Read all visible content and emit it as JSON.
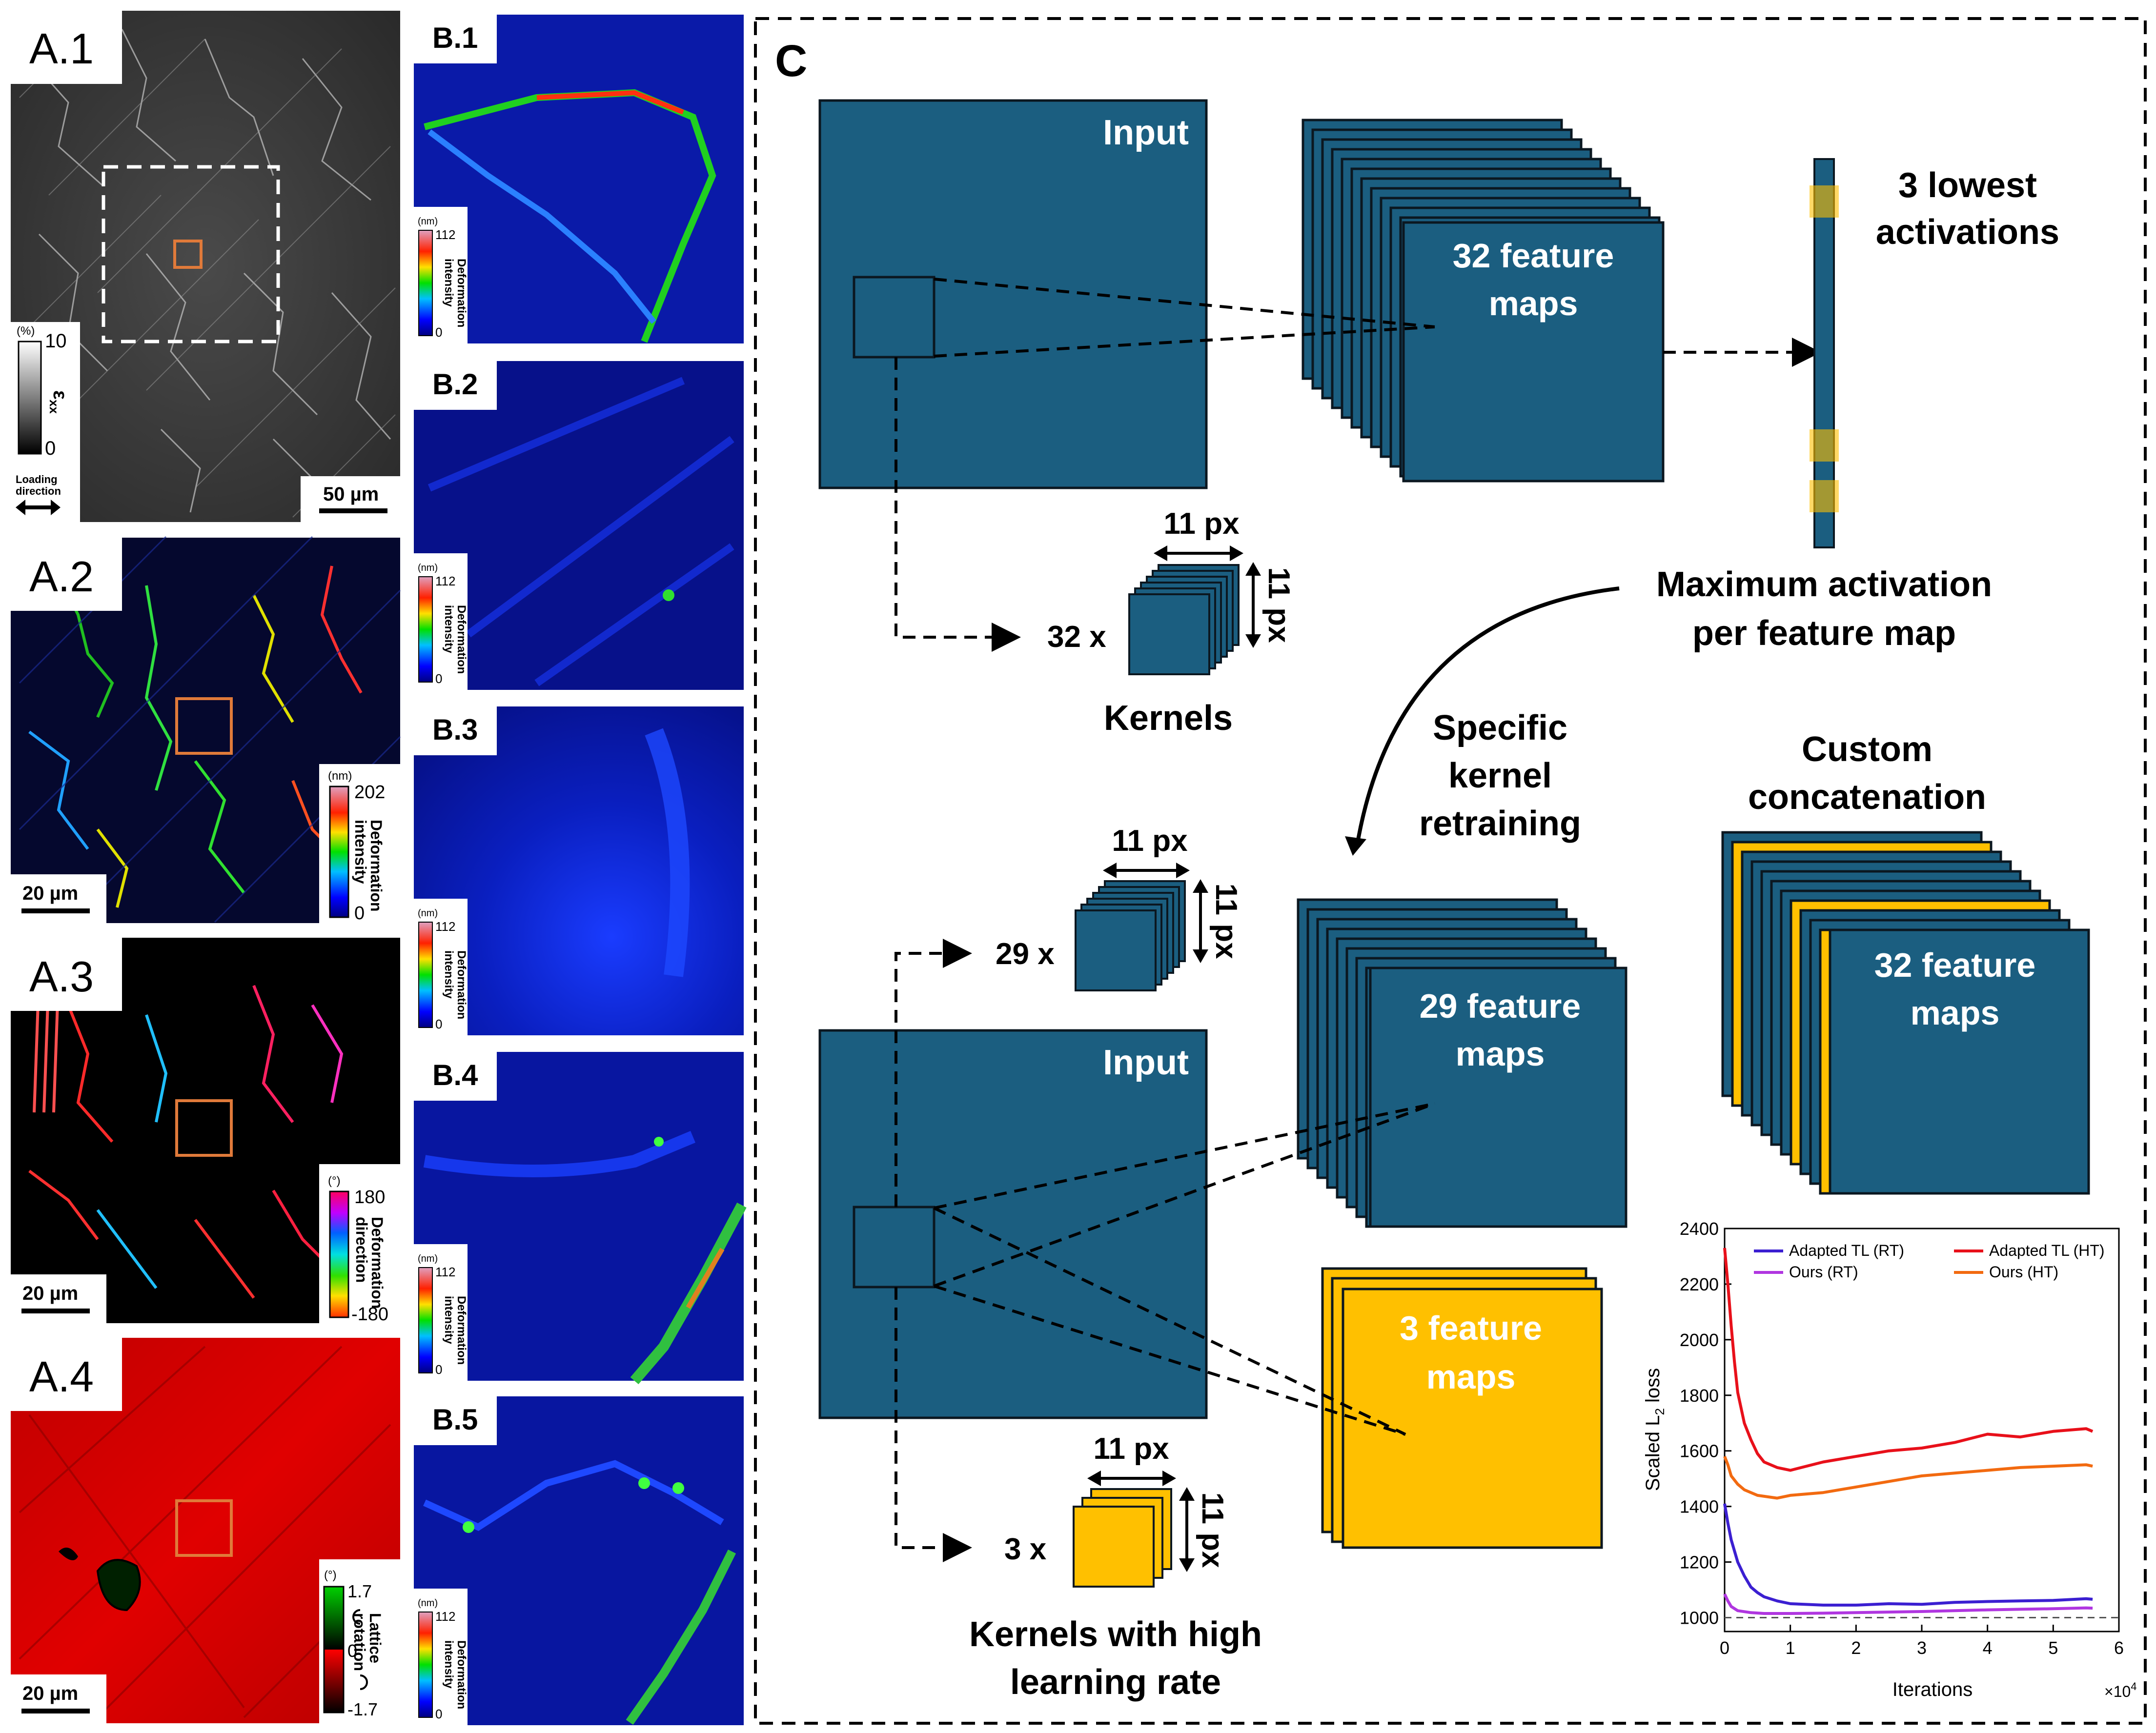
{
  "panels_a": {
    "a1": {
      "label": "A.1",
      "colorbar_unit": "(%)",
      "colorbar_max": "10",
      "colorbar_min": "0",
      "colorbar_symbol": "ε",
      "colorbar_subscript": "xx",
      "loading_label_1": "Loading",
      "loading_label_2": "direction",
      "scalebar": "50 µm",
      "colors": {
        "background": "#3a3a3a",
        "roi_box": "#ffffff",
        "marker": "#e07a3a"
      }
    },
    "a2": {
      "label": "A.2",
      "colorbar_unit": "(nm)",
      "colorbar_max": "202",
      "colorbar_min": "0",
      "colorbar_title_1": "Deformation",
      "colorbar_title_2": "intensity",
      "scalebar": "20 µm"
    },
    "a3": {
      "label": "A.3",
      "colorbar_unit": "(°)",
      "colorbar_max": "180",
      "colorbar_min": "-180",
      "colorbar_title_1": "Deformation",
      "colorbar_title_2": "direction",
      "scalebar": "20 µm"
    },
    "a4": {
      "label": "A.4",
      "colorbar_unit": "(°)",
      "colorbar_max": "1.7",
      "colorbar_mid": "0",
      "colorbar_min": "-1.7",
      "colorbar_title_1": "Lattice",
      "colorbar_title_2": "rotation",
      "scalebar": "20 µm"
    }
  },
  "panels_b": [
    {
      "label": "B.1",
      "colorbar_unit": "(nm)",
      "colorbar_max": "112",
      "colorbar_min": "0",
      "colorbar_title_1": "Deformation",
      "colorbar_title_2": "intensity"
    },
    {
      "label": "B.2",
      "colorbar_unit": "(nm)",
      "colorbar_max": "112",
      "colorbar_min": "0",
      "colorbar_title_1": "Deformation",
      "colorbar_title_2": "intensity"
    },
    {
      "label": "B.3",
      "colorbar_unit": "(nm)",
      "colorbar_max": "112",
      "colorbar_min": "0",
      "colorbar_title_1": "Deformation",
      "colorbar_title_2": "intensity"
    },
    {
      "label": "B.4",
      "colorbar_unit": "(nm)",
      "colorbar_max": "112",
      "colorbar_min": "0",
      "colorbar_title_1": "Deformation",
      "colorbar_title_2": "intensity"
    },
    {
      "label": "B.5",
      "colorbar_unit": "(nm)",
      "colorbar_max": "112",
      "colorbar_min": "0",
      "colorbar_title_1": "Deformation",
      "colorbar_title_2": "intensity"
    }
  ],
  "panel_c": {
    "label": "C",
    "colors": {
      "block": "#1b5e80",
      "highlight": "#ffc000",
      "outline": "#0b1720"
    },
    "top": {
      "input_label": "Input",
      "feature_maps_line1": "32 feature",
      "feature_maps_line2": "maps",
      "kernel_size_h": "11 px",
      "kernel_size_v": "11 px",
      "kernel_count": "32 x",
      "kernels_label": "Kernels",
      "lowest_line1": "3 lowest",
      "lowest_line2": "activations",
      "max_act_line1": "Maximum activation",
      "max_act_line2": "per feature map"
    },
    "retrain_line1": "Specific",
    "retrain_line2": "kernel",
    "retrain_line3": "retraining",
    "concat_line1": "Custom",
    "concat_line2": "concatenation",
    "concat_maps_line1": "32 feature",
    "concat_maps_line2": "maps",
    "bottom": {
      "input_label": "Input",
      "kernel29_count": "29 x",
      "kernel29_size_h": "11 px",
      "kernel29_size_v": "11 px",
      "maps29_line1": "29 feature",
      "maps29_line2": "maps",
      "kernel3_count": "3 x",
      "kernel3_size_h": "11 px",
      "kernel3_size_v": "11 px",
      "maps3_line1": "3 feature",
      "maps3_line2": "maps",
      "kernels_hlr_line1": "Kernels with high",
      "kernels_hlr_line2": "learning rate"
    }
  },
  "chart_data": {
    "type": "line",
    "xlabel": "Iterations",
    "ylabel_main": "Scaled L",
    "ylabel_sub": "2",
    "ylabel_rest": " loss",
    "x_multiplier": "×10",
    "x_multiplier_exp": "4",
    "xlim": [
      0,
      6
    ],
    "ylim": [
      950,
      2400
    ],
    "xticks": [
      "0",
      "1",
      "2",
      "3",
      "4",
      "5",
      "6"
    ],
    "yticks": [
      "1000",
      "1200",
      "1400",
      "1600",
      "1800",
      "2000",
      "2200",
      "2400"
    ],
    "reference_line": 1000,
    "legend": [
      {
        "name": "Adapted TL (RT)",
        "color": "#3b1fd1"
      },
      {
        "name": "Ours (RT)",
        "color": "#b036e0"
      },
      {
        "name": "Adapted TL (HT)",
        "color": "#e8101a"
      },
      {
        "name": "Ours (HT)",
        "color": "#f26a10"
      }
    ],
    "series": [
      {
        "name": "Adapted TL (RT)",
        "color": "#3b1fd1",
        "x": [
          0,
          0.05,
          0.1,
          0.2,
          0.3,
          0.4,
          0.5,
          0.6,
          0.8,
          1.0,
          1.5,
          2.0,
          2.5,
          3.0,
          3.5,
          4.0,
          4.5,
          5.0,
          5.5,
          5.6
        ],
        "y": [
          1410,
          1340,
          1280,
          1200,
          1150,
          1110,
          1090,
          1075,
          1060,
          1050,
          1045,
          1045,
          1050,
          1048,
          1055,
          1058,
          1060,
          1062,
          1068,
          1066
        ]
      },
      {
        "name": "Ours (RT)",
        "color": "#b036e0",
        "x": [
          0,
          0.05,
          0.1,
          0.2,
          0.4,
          0.6,
          1.0,
          1.5,
          2.0,
          2.5,
          3.0,
          3.5,
          4.0,
          4.5,
          5.0,
          5.5,
          5.6
        ],
        "y": [
          1085,
          1060,
          1040,
          1025,
          1018,
          1015,
          1015,
          1016,
          1018,
          1020,
          1022,
          1025,
          1028,
          1030,
          1032,
          1035,
          1034
        ]
      },
      {
        "name": "Adapted TL (HT)",
        "color": "#e8101a",
        "x": [
          0,
          0.05,
          0.1,
          0.15,
          0.2,
          0.3,
          0.4,
          0.5,
          0.6,
          0.8,
          1.0,
          1.5,
          2.0,
          2.5,
          3.0,
          3.5,
          4.0,
          4.5,
          5.0,
          5.5,
          5.6
        ],
        "y": [
          2330,
          2200,
          2050,
          1920,
          1810,
          1700,
          1640,
          1590,
          1560,
          1540,
          1530,
          1560,
          1580,
          1600,
          1610,
          1630,
          1660,
          1650,
          1670,
          1680,
          1670
        ]
      },
      {
        "name": "Ours (HT)",
        "color": "#f26a10",
        "x": [
          0,
          0.05,
          0.1,
          0.2,
          0.3,
          0.5,
          0.8,
          1.0,
          1.5,
          2.0,
          2.5,
          3.0,
          3.5,
          4.0,
          4.5,
          5.0,
          5.5,
          5.6
        ],
        "y": [
          1580,
          1550,
          1510,
          1480,
          1460,
          1440,
          1430,
          1440,
          1450,
          1470,
          1490,
          1510,
          1520,
          1530,
          1540,
          1545,
          1550,
          1545
        ]
      }
    ]
  }
}
